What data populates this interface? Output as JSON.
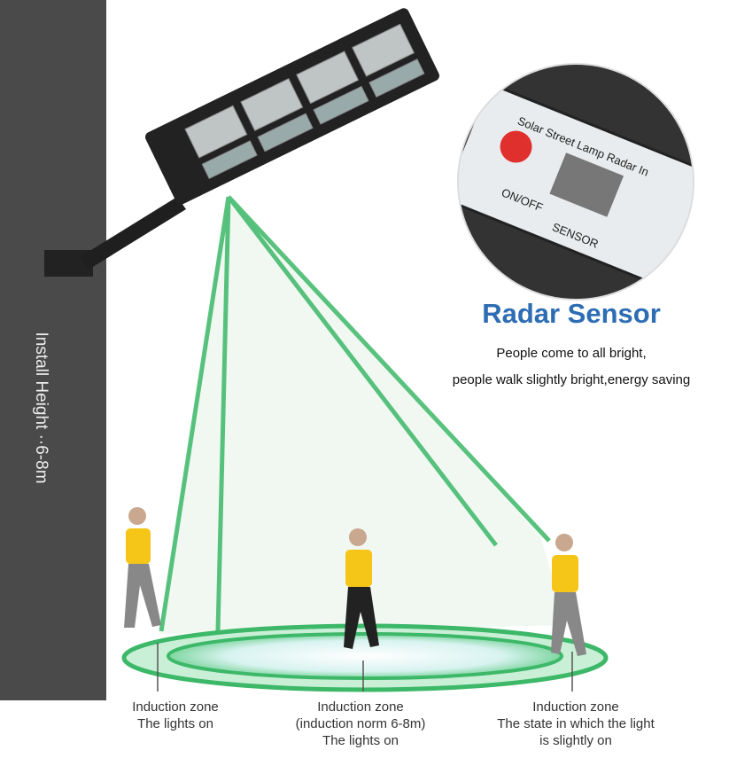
{
  "wall_label": "Install Height ··6-8m",
  "inset": {
    "plate_title": "Solar Street Lamp Radar In",
    "button_label": "ON/OFF",
    "sensor_label": "SENSOR"
  },
  "heading": "Radar Sensor",
  "subtitle_lines": [
    "People come to all bright,",
    "people walk slightly bright,energy saving"
  ],
  "zones": [
    {
      "title": "Induction zone",
      "lines": [
        "The lights on"
      ]
    },
    {
      "title": "Induction zone",
      "lines": [
        "(induction norm 6-8m)",
        "The lights on"
      ]
    },
    {
      "title": "Induction zone",
      "lines": [
        "The state in which the light",
        "is slightly on"
      ]
    }
  ],
  "colors": {
    "wall": "#4a4a4a",
    "beam": "#3cb868",
    "accent": "#2d6db3",
    "shirt": "#f5c518"
  }
}
